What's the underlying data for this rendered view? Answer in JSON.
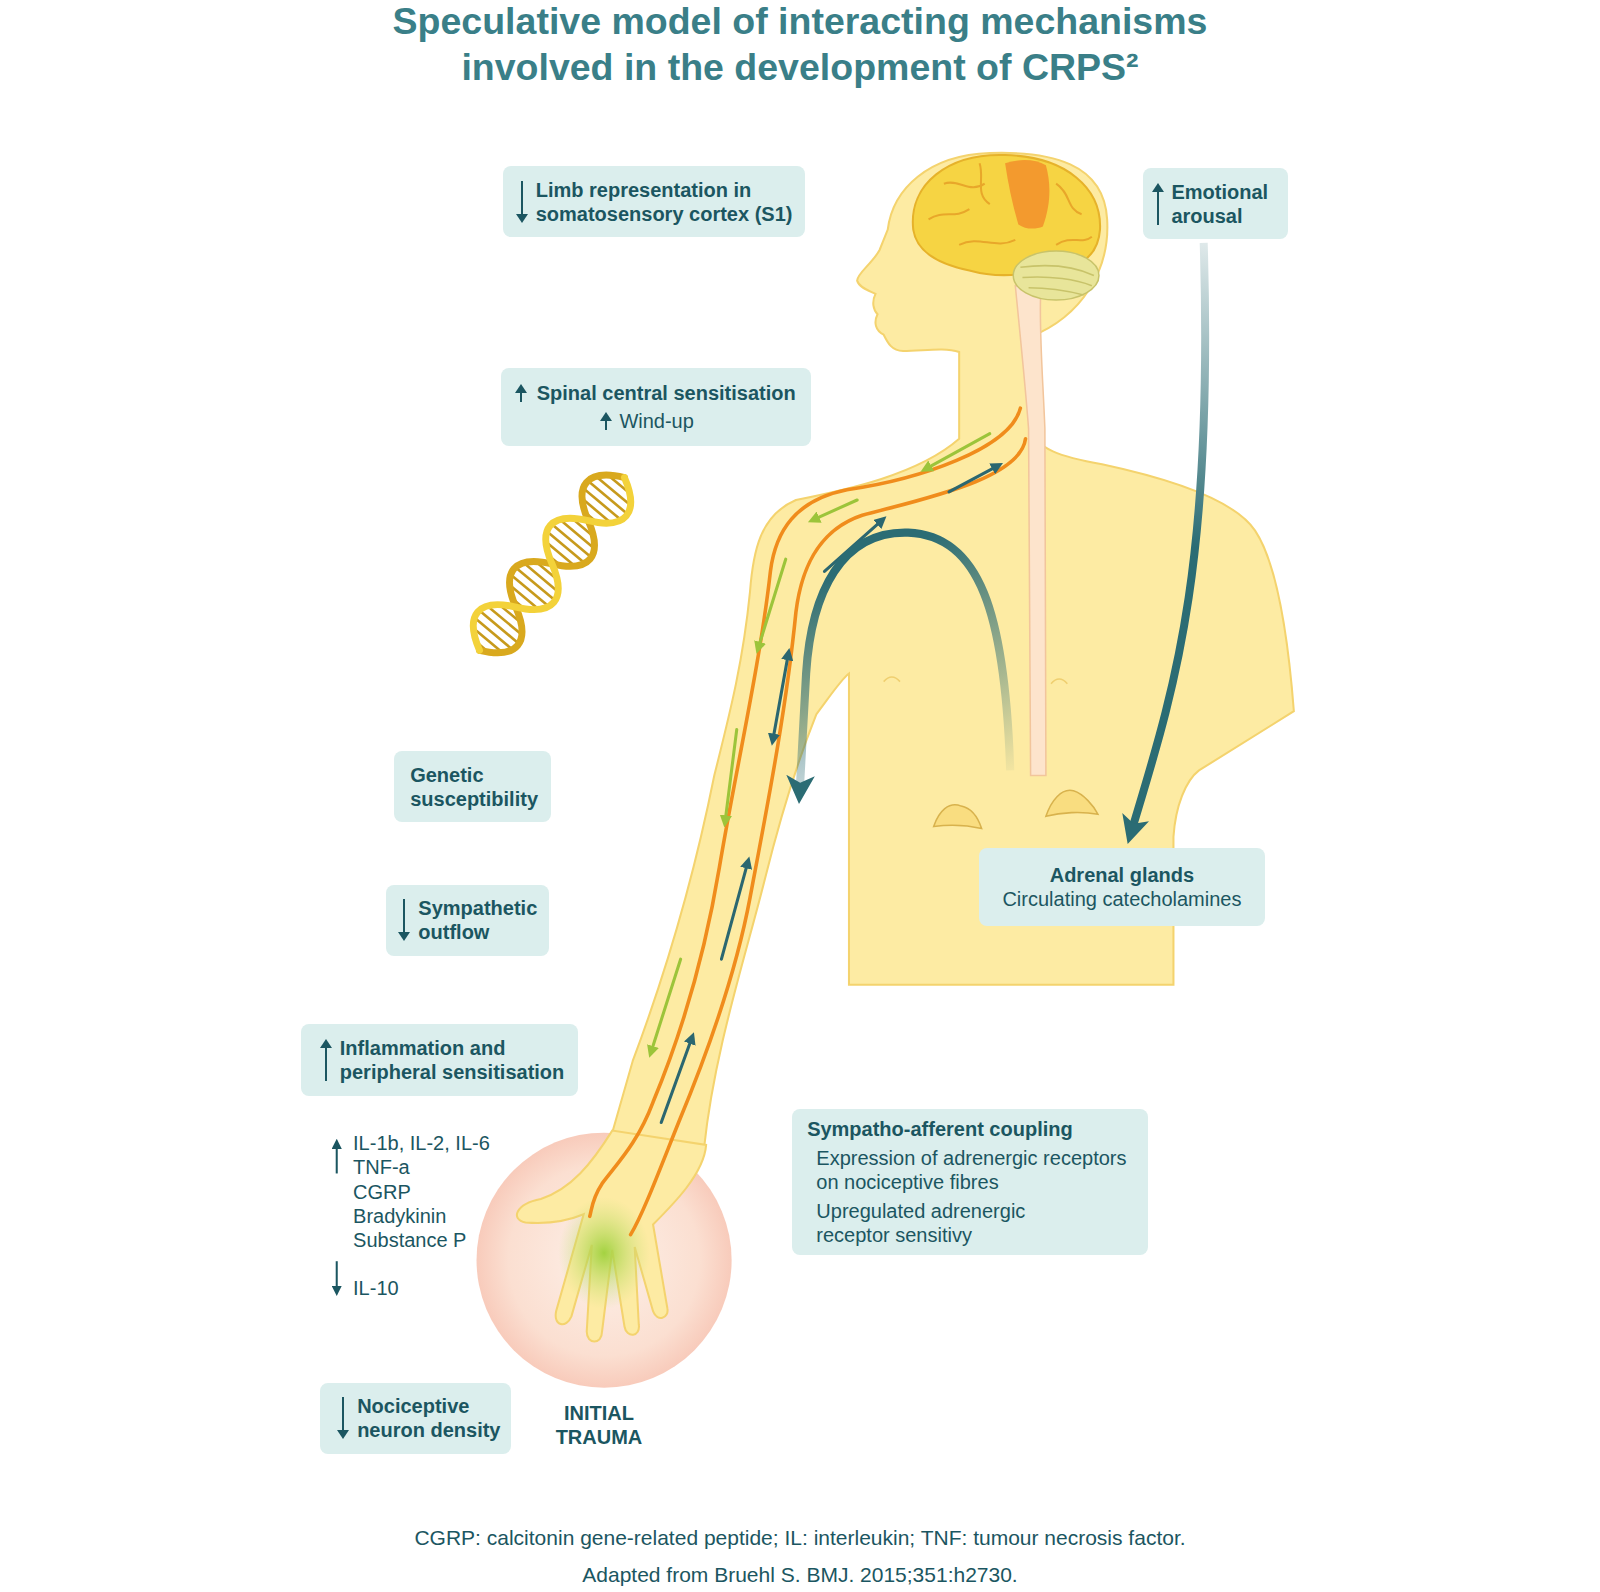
{
  "diagram": {
    "title": "Speculative model of interacting mechanisms involved in the development of CRPS²",
    "caption": "CGRP: calcitonin gene-related peptide; IL: interleukin; TNF: tumour necrosis factor.",
    "nodes": [
      {
        "text": [
          "Limb representation in somatosensory cortex (S1)"
        ]
      },
      {
        "text": [
          "Emotional arousal"
        ]
      },
      {
        "text": [
          "Spinal central sensitisation",
          "Wind-up"
        ]
      },
      {
        "text": [
          "Genetic susceptibility"
        ]
      },
      {
        "text": [
          "Sympathetic outflow"
        ]
      },
      {
        "text": [
          "Inflammation and peripheral sensitisation"
        ]
      },
      {
        "text": [
          "Adrenal glands",
          "Circulating catecholamines"
        ]
      },
      {
        "text": [
          "Sympatho-afferent coupling",
          "Expression of adrenergic receptors on nociceptive fibres",
          "Upregulated adrenergic receptor sensitivy"
        ]
      },
      {
        "text": [
          "Nociceptive neuron density"
        ]
      }
    ],
    "edges": [
      {
        "from": 1,
        "to": 6,
        "arrow": "to"
      }
    ],
    "labels": [
      "IL-1b, IL-2, IL-6",
      "TNF-a",
      "CGRP",
      "Bradykinin",
      "Substance P",
      "IL-10",
      "INITIAL TRAUMA",
      "Adapted from Bruehl S. BMJ. 2015;351:h2730."
    ]
  }
}
